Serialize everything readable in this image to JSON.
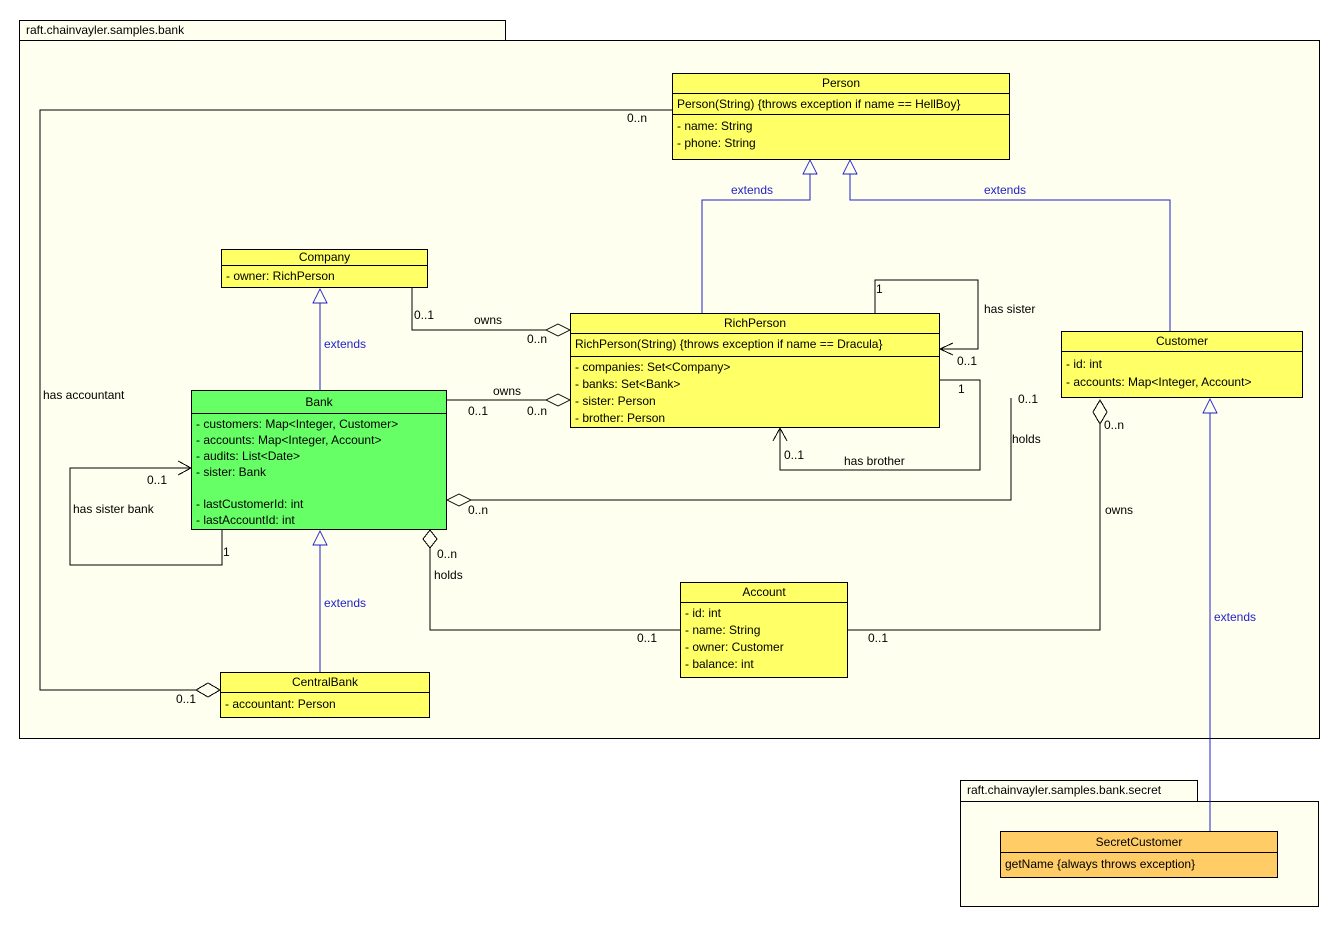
{
  "packages": {
    "main": {
      "title": "raft.chainvayler.samples.bank"
    },
    "secret": {
      "title": "raft.chainvayler.samples.bank.secret"
    }
  },
  "classes": {
    "person": {
      "name": "Person",
      "constructor": "Person(String) {throws exception if name == HellBoy}",
      "attrs": [
        "- name: String",
        "- phone: String"
      ]
    },
    "company": {
      "name": "Company",
      "attrs": [
        "- owner: RichPerson"
      ]
    },
    "richperson": {
      "name": "RichPerson",
      "constructor": "RichPerson(String) {throws exception if name == Dracula}",
      "attrs": [
        "- companies: Set<Company>",
        "- banks: Set<Bank>",
        "- sister: Person",
        "- brother: Person"
      ]
    },
    "customer": {
      "name": "Customer",
      "attrs": [
        "- id: int",
        "- accounts: Map<Integer, Account>"
      ]
    },
    "bank": {
      "name": "Bank",
      "attrs": [
        "- customers: Map<Integer, Customer>",
        "- accounts: Map<Integer, Account>",
        "- audits: List<Date>",
        "- sister: Bank",
        "",
        "- lastCustomerId: int",
        "- lastAccountId: int"
      ]
    },
    "account": {
      "name": "Account",
      "attrs": [
        "- id: int",
        "- name: String",
        "- owner: Customer",
        "- balance: int"
      ]
    },
    "centralbank": {
      "name": "CentralBank",
      "attrs": [
        "- accountant: Person"
      ]
    },
    "secretcustomer": {
      "name": "SecretCustomer",
      "method": "getName {always throws exception}"
    }
  },
  "labels": {
    "extends": "extends",
    "owns": "owns",
    "holds": "holds",
    "has_sister": "has sister",
    "has_brother": "has brother",
    "has_sister_bank": "has sister bank",
    "has_accountant": "has accountant",
    "m_0n": "0..n",
    "m_01": "0..1",
    "m_1": "1"
  },
  "colors": {
    "class_fill": "#FFFF66",
    "bank_fill": "#66FF66",
    "secret_fill": "#FFCC66",
    "package_fill": "#FFFFEF",
    "extends_blue": "#2222CC",
    "line_black": "#000000"
  }
}
